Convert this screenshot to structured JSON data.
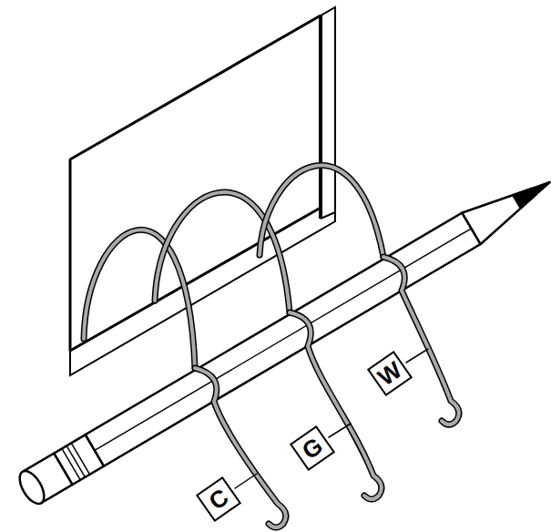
{
  "diagram": {
    "nodes": [
      {
        "text": [
          "C"
        ]
      },
      {
        "text": [
          "G"
        ]
      },
      {
        "text": [
          "W"
        ]
      }
    ]
  }
}
